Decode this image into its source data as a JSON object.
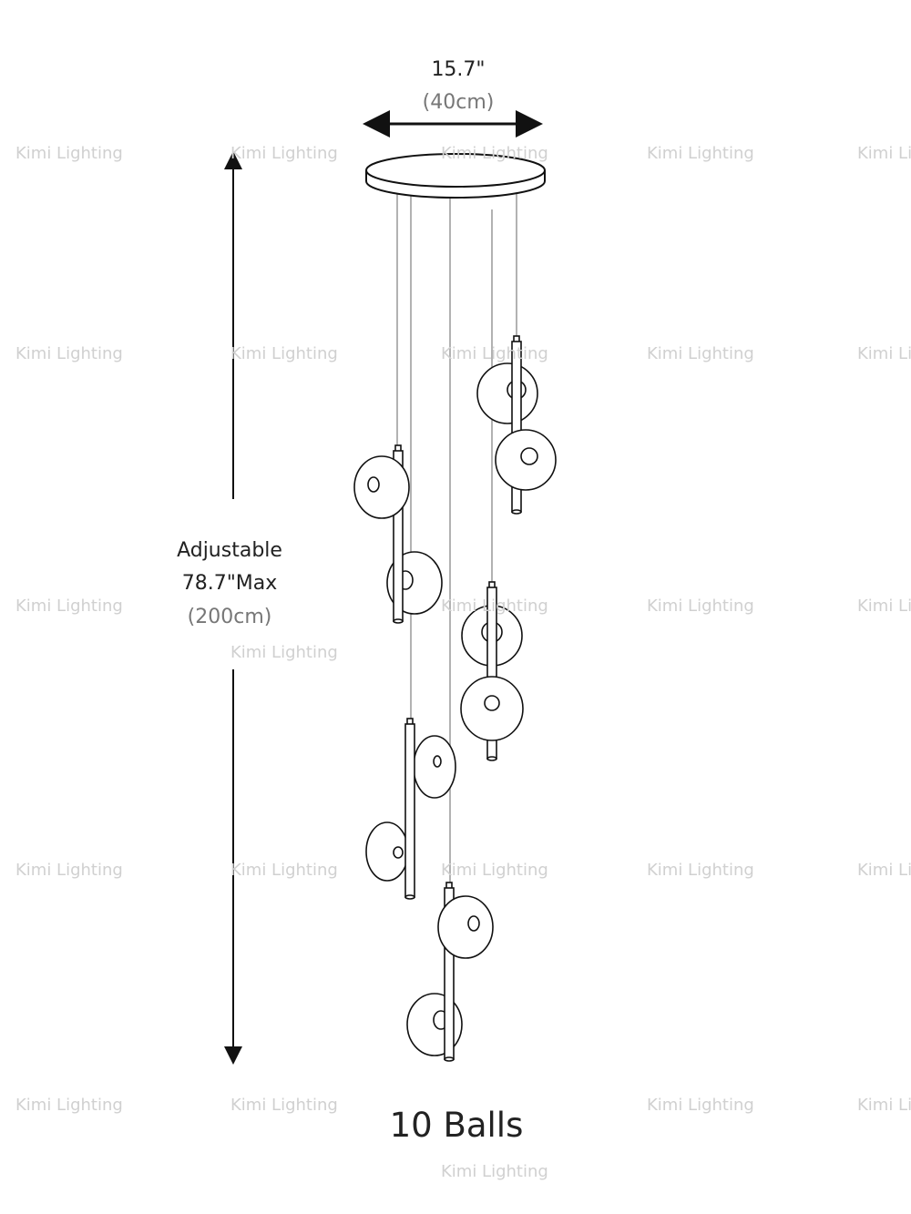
{
  "watermark": "Kimi Lighting",
  "width_dimension": {
    "inches": "15.7\"",
    "cm": "(40cm)"
  },
  "height_dimension": {
    "label": "Adjustable",
    "inches": "78.7\"Max",
    "cm": "(200cm)"
  },
  "caption": "10 Balls",
  "colors": {
    "line": "#111111",
    "cord": "#999999",
    "watermark": "#d0d0d0",
    "subtext": "#777777"
  }
}
